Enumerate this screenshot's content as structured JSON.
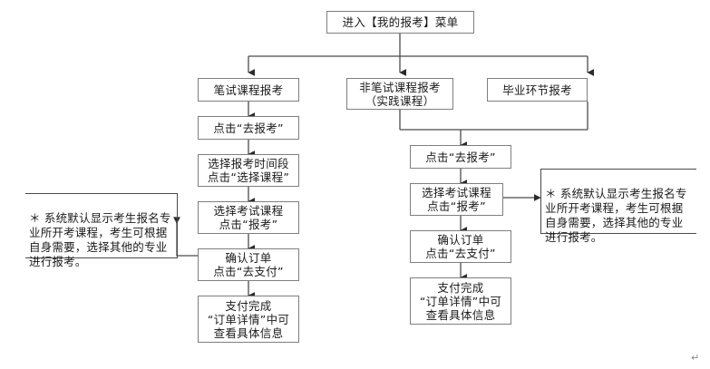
{
  "diagram": {
    "title_box": {
      "label": "进入【我的报考】菜单"
    },
    "branches": [
      {
        "id": "written",
        "label": "笔试课程报考"
      },
      {
        "id": "non-written",
        "label": "非笔试课程报考\n（实践课程）"
      },
      {
        "id": "graduation",
        "label": "毕业环节报考"
      }
    ],
    "left_flow": [
      {
        "id": "left-step-1",
        "label": "点击“去报考”"
      },
      {
        "id": "left-step-2",
        "label": "选择报考时间段\n点击“选择课程”"
      },
      {
        "id": "left-step-3",
        "label": "选择考试课程\n点击“报考”"
      },
      {
        "id": "left-step-4",
        "label": "确认订单\n点击“去支付”"
      },
      {
        "id": "left-step-5",
        "label": "支付完成\n“订单详情”中可\n查看具体信息"
      }
    ],
    "right_flow": [
      {
        "id": "right-step-1",
        "label": "点击“去报考”"
      },
      {
        "id": "right-step-2",
        "label": "选择考试课程\n点击“报考”"
      },
      {
        "id": "right-step-3",
        "label": "确认订单\n点击“去支付”"
      },
      {
        "id": "right-step-4",
        "label": "支付完成\n“订单详情”中可\n查看具体信息"
      }
    ],
    "notes": [
      {
        "id": "note-left",
        "text": "＊ 系统默认显示考生报名专业所开考课程，考生可根据自身需要，选择其他的专业进行报考。"
      },
      {
        "id": "note-right",
        "text": "＊ 系统默认显示考生报名专业所开考课程，考生可根据自身需要，选择其他的专业进行报考。"
      }
    ],
    "end_mark": "↵",
    "colors": {
      "box_border": "#7f7f7f",
      "note_border": "#4a4a4a",
      "connector": "#4a4a4a",
      "text": "#1a1a1a",
      "background": "#ffffff"
    }
  }
}
